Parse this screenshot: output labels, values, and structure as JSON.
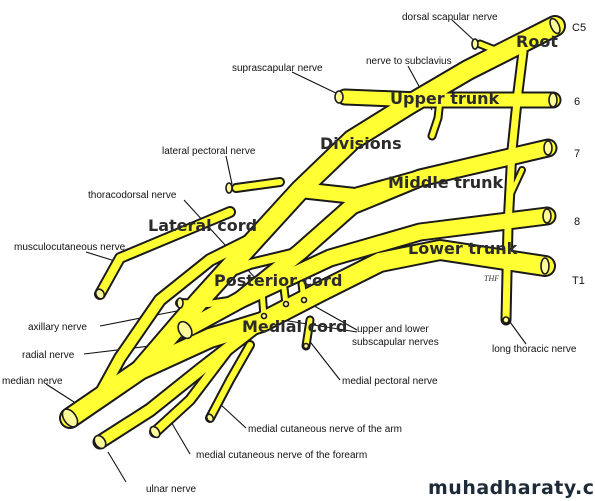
{
  "labels": {
    "dorsal_scapular_nerve": "dorsal scapular nerve",
    "c5": "C5",
    "root": "Root",
    "nerve_to_subclavius": "nerve to subclavius",
    "suprascapular_nerve": "suprascapular nerve",
    "upper_trunk": "Upper trunk",
    "level_6": "6",
    "lateral_pectoral_nerve": "lateral pectoral nerve",
    "divisions": "Divisions",
    "level_7": "7",
    "middle_trunk": "Middle trunk",
    "thoracodorsal_nerve": "thoracodorsal nerve",
    "lateral_cord": "Lateral cord",
    "level_8": "8",
    "lower_trunk": "Lower trunk",
    "musculocutaneous_nerve": "musculocutaneous nerve",
    "posterior_cord": "Posterior cord",
    "level_t1": "T1",
    "artist_initials": "THF",
    "axillary_nerve": "axillary nerve",
    "medial_cord": "Medial cord",
    "upper_and_lower": "upper and lower",
    "subscapular_nerves": "subscapular nerves",
    "long_thoracic_nerve": "long thoracic nerve",
    "radial_nerve": "radial nerve",
    "medial_pectoral_nerve": "medial pectoral nerve",
    "median_nerve": "median nerve",
    "medial_cutaneous_arm": "medial cutaneous nerve of the arm",
    "medial_cutaneous_forearm": "medial cutaneous nerve of the forearm",
    "ulnar_nerve": "ulnar nerve"
  },
  "watermark": "muhadharaty.com",
  "colors": {
    "nerve_fill": "#ffff33",
    "nerve_outline": "#1a1a1a",
    "cut_end": "#fffb9a"
  }
}
